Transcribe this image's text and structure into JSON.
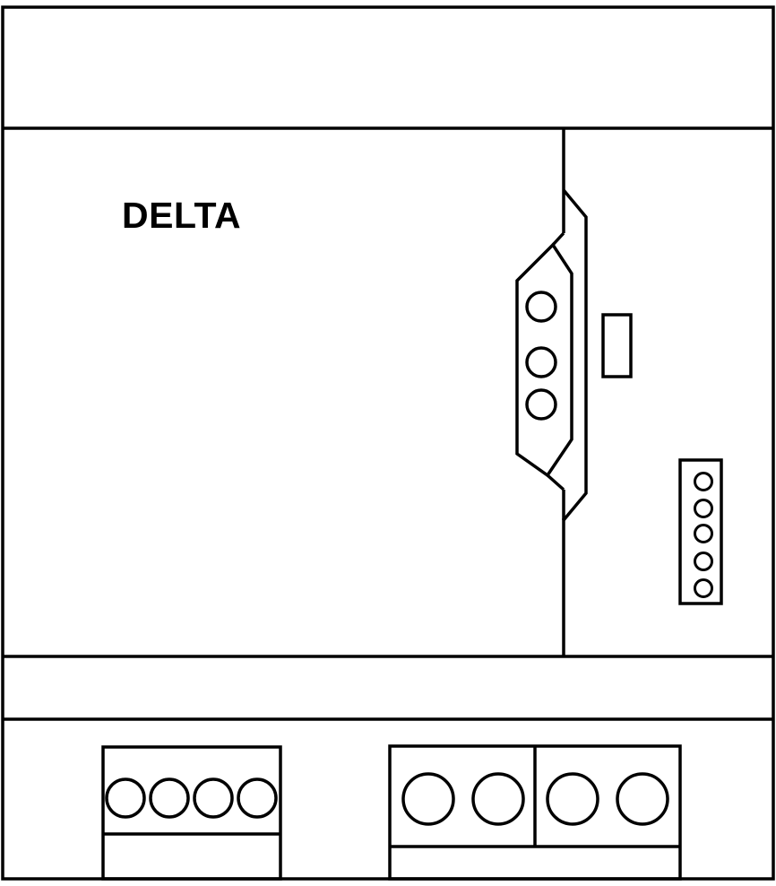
{
  "device": {
    "brand_label": "DELTA",
    "line_color": "#000000",
    "background_color": "#ffffff"
  },
  "connectors": {
    "comm_port_pins": 3,
    "indicator_pins": 5,
    "small_terminal_screws": 4,
    "large_terminal_screws": 4
  }
}
